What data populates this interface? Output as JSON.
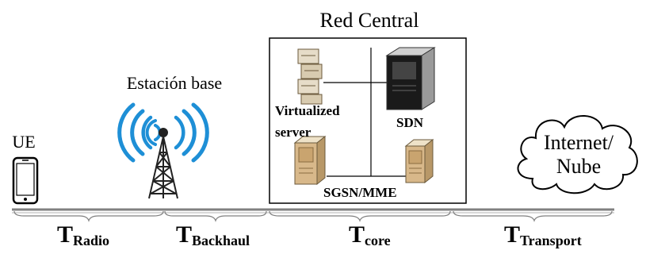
{
  "core_title": "Red Central",
  "base_station_label": "Estación base",
  "ue_label": "UE",
  "core_nodes": {
    "virtualized_server_line1": "Virtualized",
    "virtualized_server_line2": "server",
    "sdn": "SDN",
    "sgsn_mme": "SGSN/MME"
  },
  "cloud_label_line1": "Internet/",
  "cloud_label_line2": "Nube",
  "segments": [
    {
      "main": "T",
      "sub": "Radio"
    },
    {
      "main": "T",
      "sub": "Backhaul"
    },
    {
      "main": "T",
      "sub": "core"
    },
    {
      "main": "T",
      "sub": "Transport"
    }
  ],
  "colors": {
    "signal": "#1e8fd6",
    "line": "#000000",
    "timeline": "#808080"
  }
}
